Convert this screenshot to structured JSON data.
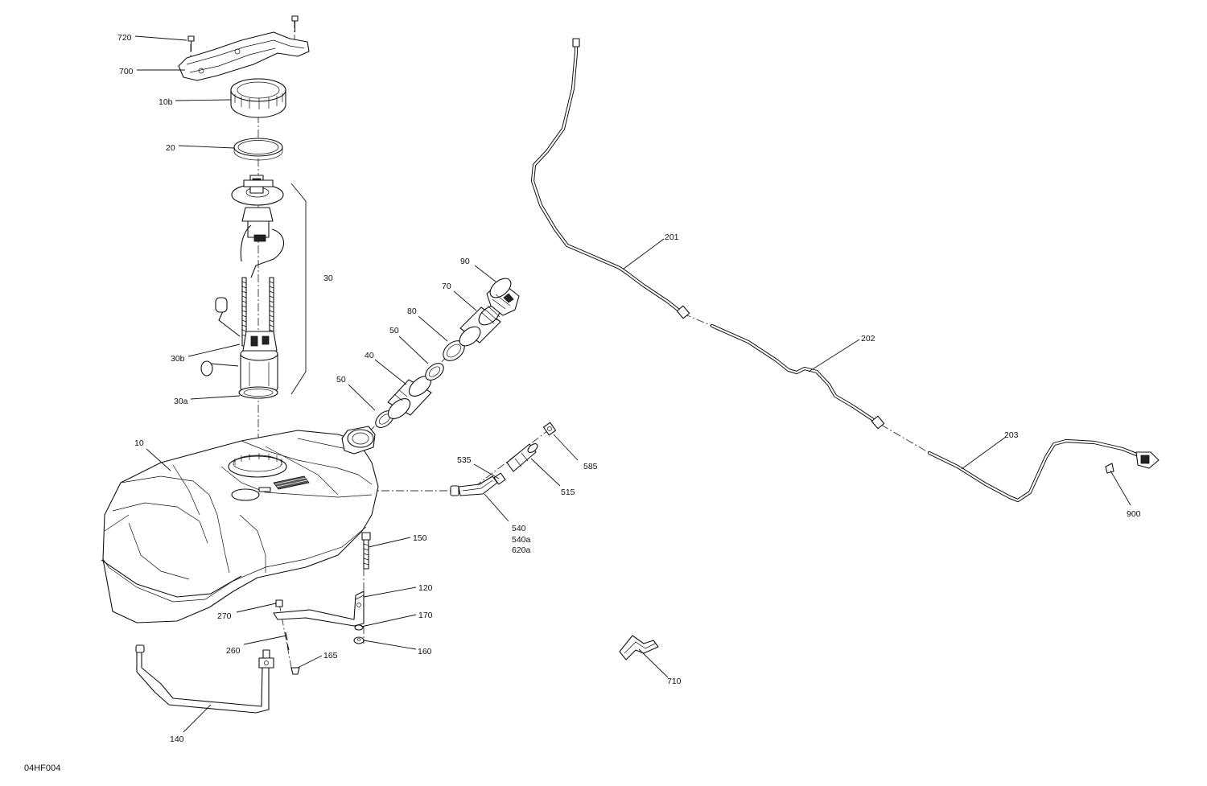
{
  "figure_code": "04HF004",
  "callouts": [
    {
      "id": "c720",
      "label": "720"
    },
    {
      "id": "c700",
      "label": "700"
    },
    {
      "id": "c10b",
      "label": "10b"
    },
    {
      "id": "c20",
      "label": "20"
    },
    {
      "id": "c30",
      "label": "30"
    },
    {
      "id": "c30b",
      "label": "30b"
    },
    {
      "id": "c30a",
      "label": "30a"
    },
    {
      "id": "c10",
      "label": "10"
    },
    {
      "id": "c90",
      "label": "90"
    },
    {
      "id": "c70",
      "label": "70"
    },
    {
      "id": "c80",
      "label": "80"
    },
    {
      "id": "c50a",
      "label": "50"
    },
    {
      "id": "c40",
      "label": "40"
    },
    {
      "id": "c50b",
      "label": "50"
    },
    {
      "id": "c535",
      "label": "535"
    },
    {
      "id": "c585",
      "label": "585"
    },
    {
      "id": "c515",
      "label": "515"
    },
    {
      "id": "c540",
      "label": "540"
    },
    {
      "id": "c540a",
      "label": "540a"
    },
    {
      "id": "c620a",
      "label": "620a"
    },
    {
      "id": "c150",
      "label": "150"
    },
    {
      "id": "c120",
      "label": "120"
    },
    {
      "id": "c270",
      "label": "270"
    },
    {
      "id": "c170",
      "label": "170"
    },
    {
      "id": "c260",
      "label": "260"
    },
    {
      "id": "c160",
      "label": "160"
    },
    {
      "id": "c165",
      "label": "165"
    },
    {
      "id": "c140",
      "label": "140"
    },
    {
      "id": "c201",
      "label": "201"
    },
    {
      "id": "c202",
      "label": "202"
    },
    {
      "id": "c203",
      "label": "203"
    },
    {
      "id": "c900",
      "label": "900"
    },
    {
      "id": "c710",
      "label": "710"
    }
  ]
}
